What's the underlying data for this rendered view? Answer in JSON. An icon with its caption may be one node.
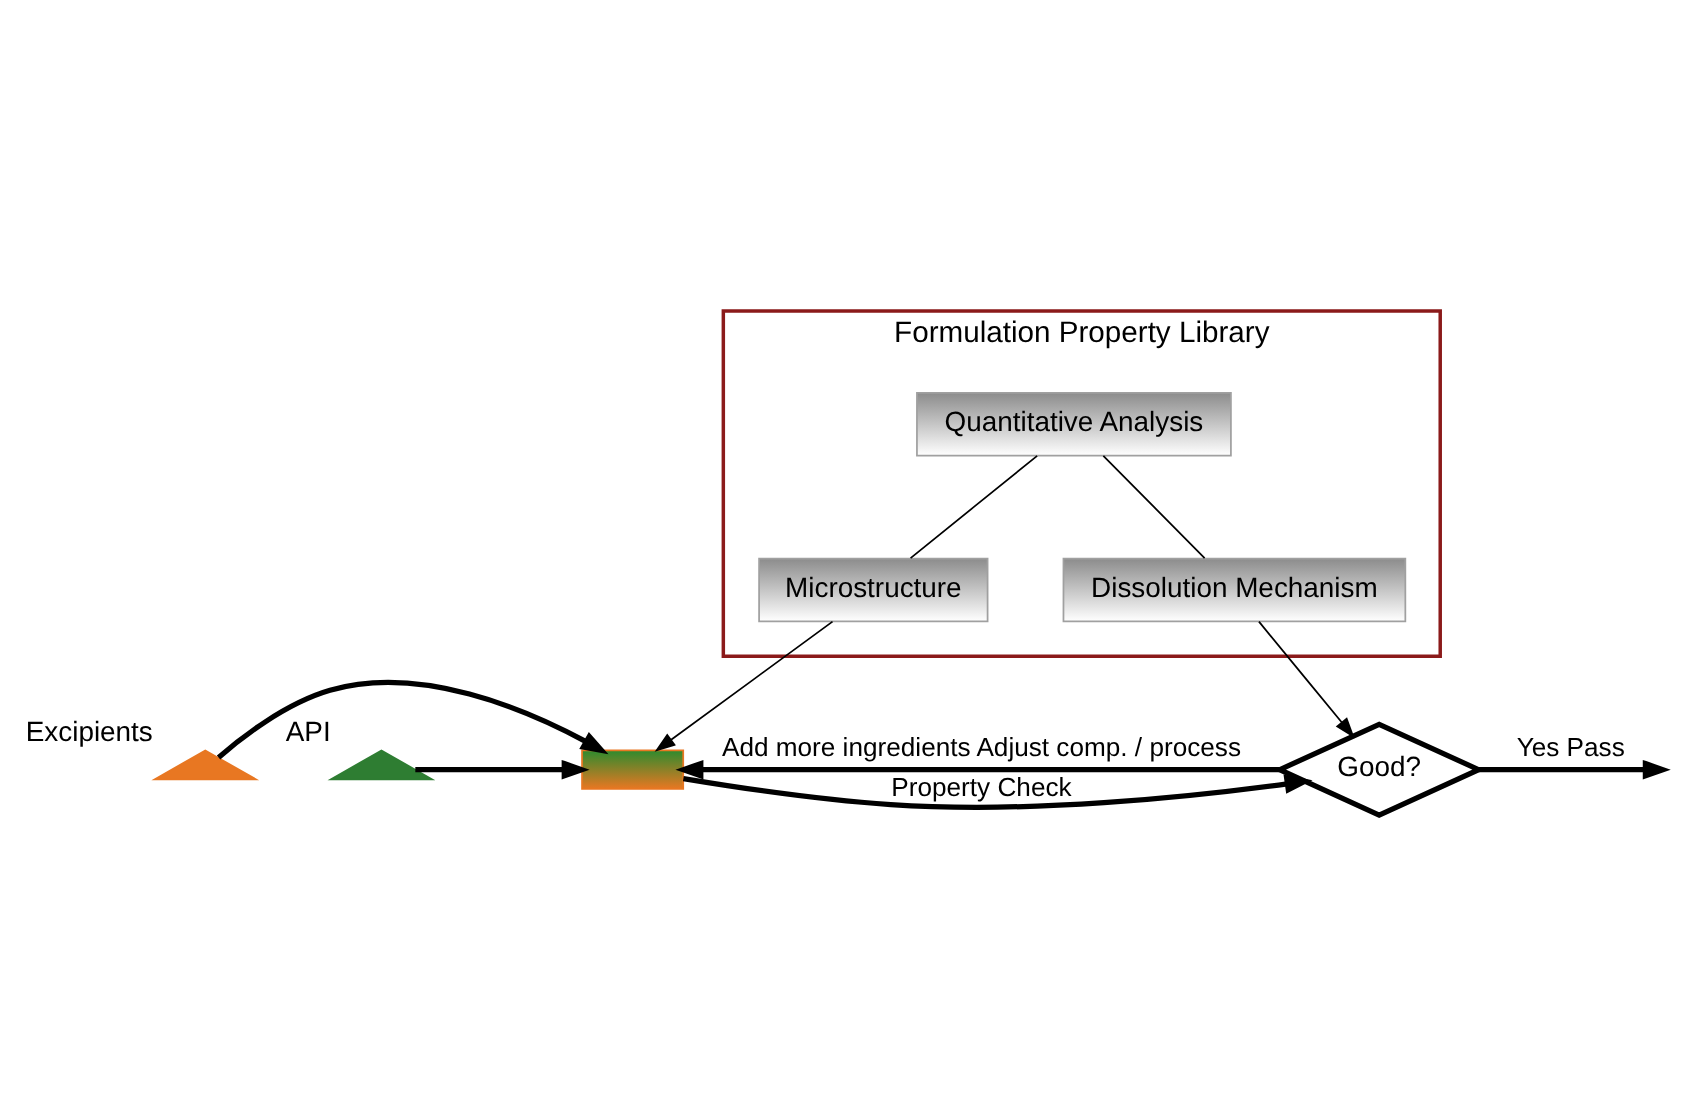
{
  "diagram": {
    "nodes": [
      {
        "text": [
          "Formulation Property Library"
        ]
      },
      {
        "text": [
          "Quantitative Analysis"
        ],
        "in": 0
      },
      {
        "text": [
          "Microstructure"
        ],
        "in": 0
      },
      {
        "text": [
          "Dissolution Mechanism"
        ],
        "in": 0
      },
      {
        "text": [],
        "shape": "triangle",
        "beside": [
          "Excipients"
        ]
      },
      {
        "text": [],
        "shape": "triangle",
        "beside": [
          "API"
        ]
      },
      {
        "text": [],
        "shape": "bar"
      },
      {
        "text": [
          "Good?"
        ]
      }
    ],
    "edges": [
      {
        "from": 1,
        "to": 2,
        "arrow": "none"
      },
      {
        "from": 1,
        "to": 3,
        "arrow": "none"
      },
      {
        "from": 2,
        "to": 6,
        "arrow": "to"
      },
      {
        "from": 3,
        "to": 7,
        "arrow": "to"
      },
      {
        "from": 4,
        "to": 6,
        "arrow": "to"
      },
      {
        "from": 5,
        "to": 6,
        "arrow": "to"
      },
      {
        "from": 6,
        "to": 7,
        "arrow": "to",
        "label": "Property Check"
      },
      {
        "from": 7,
        "to": 6,
        "arrow": "to",
        "label": "Add more ingredients Adjust comp. / process"
      },
      {
        "from": 7,
        "to": null,
        "arrow": "to",
        "label": "Yes Pass"
      }
    ]
  }
}
